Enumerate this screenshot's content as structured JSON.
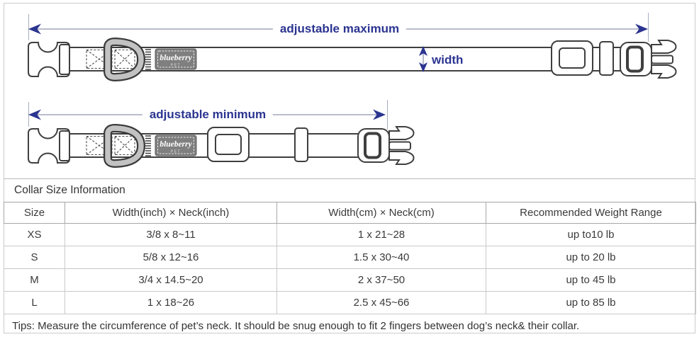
{
  "diagram": {
    "dimension_labels": {
      "maximum": "adjustable maximum",
      "minimum": "adjustable minimum",
      "width": "width"
    },
    "brand_patch": {
      "name": "blueberry",
      "subtitle": "PET"
    },
    "colors": {
      "dimension_text": "#2b3490",
      "dimension_line": "#8d94ad",
      "collar_outline": "#3f3f3f",
      "ring_fill": "#c2c2c2",
      "patch_fill": "#7f7f7f"
    }
  },
  "size_chart": {
    "title": "Collar Size Information",
    "columns": [
      "Size",
      "Width(inch) × Neck(inch)",
      "Width(cm) × Neck(cm)",
      "Recommended Weight Range"
    ],
    "rows": [
      {
        "size": "XS",
        "inch": "3/8 x 8~11",
        "cm": "1 x 21~28",
        "weight": "up to10 lb"
      },
      {
        "size": "S",
        "inch": "5/8 x 12~16",
        "cm": "1.5 x 30~40",
        "weight": "up to 20 lb"
      },
      {
        "size": "M",
        "inch": "3/4 x 14.5~20",
        "cm": "2 x 37~50",
        "weight": "up to 45 lb"
      },
      {
        "size": "L",
        "inch": "1 x 18~26",
        "cm": "2.5 x 45~66",
        "weight": "up to 85 lb"
      }
    ],
    "tips": "Tips: Measure the circumference of pet’s neck. It should be snug enough to fit 2 fingers between dog’s neck& their collar."
  }
}
